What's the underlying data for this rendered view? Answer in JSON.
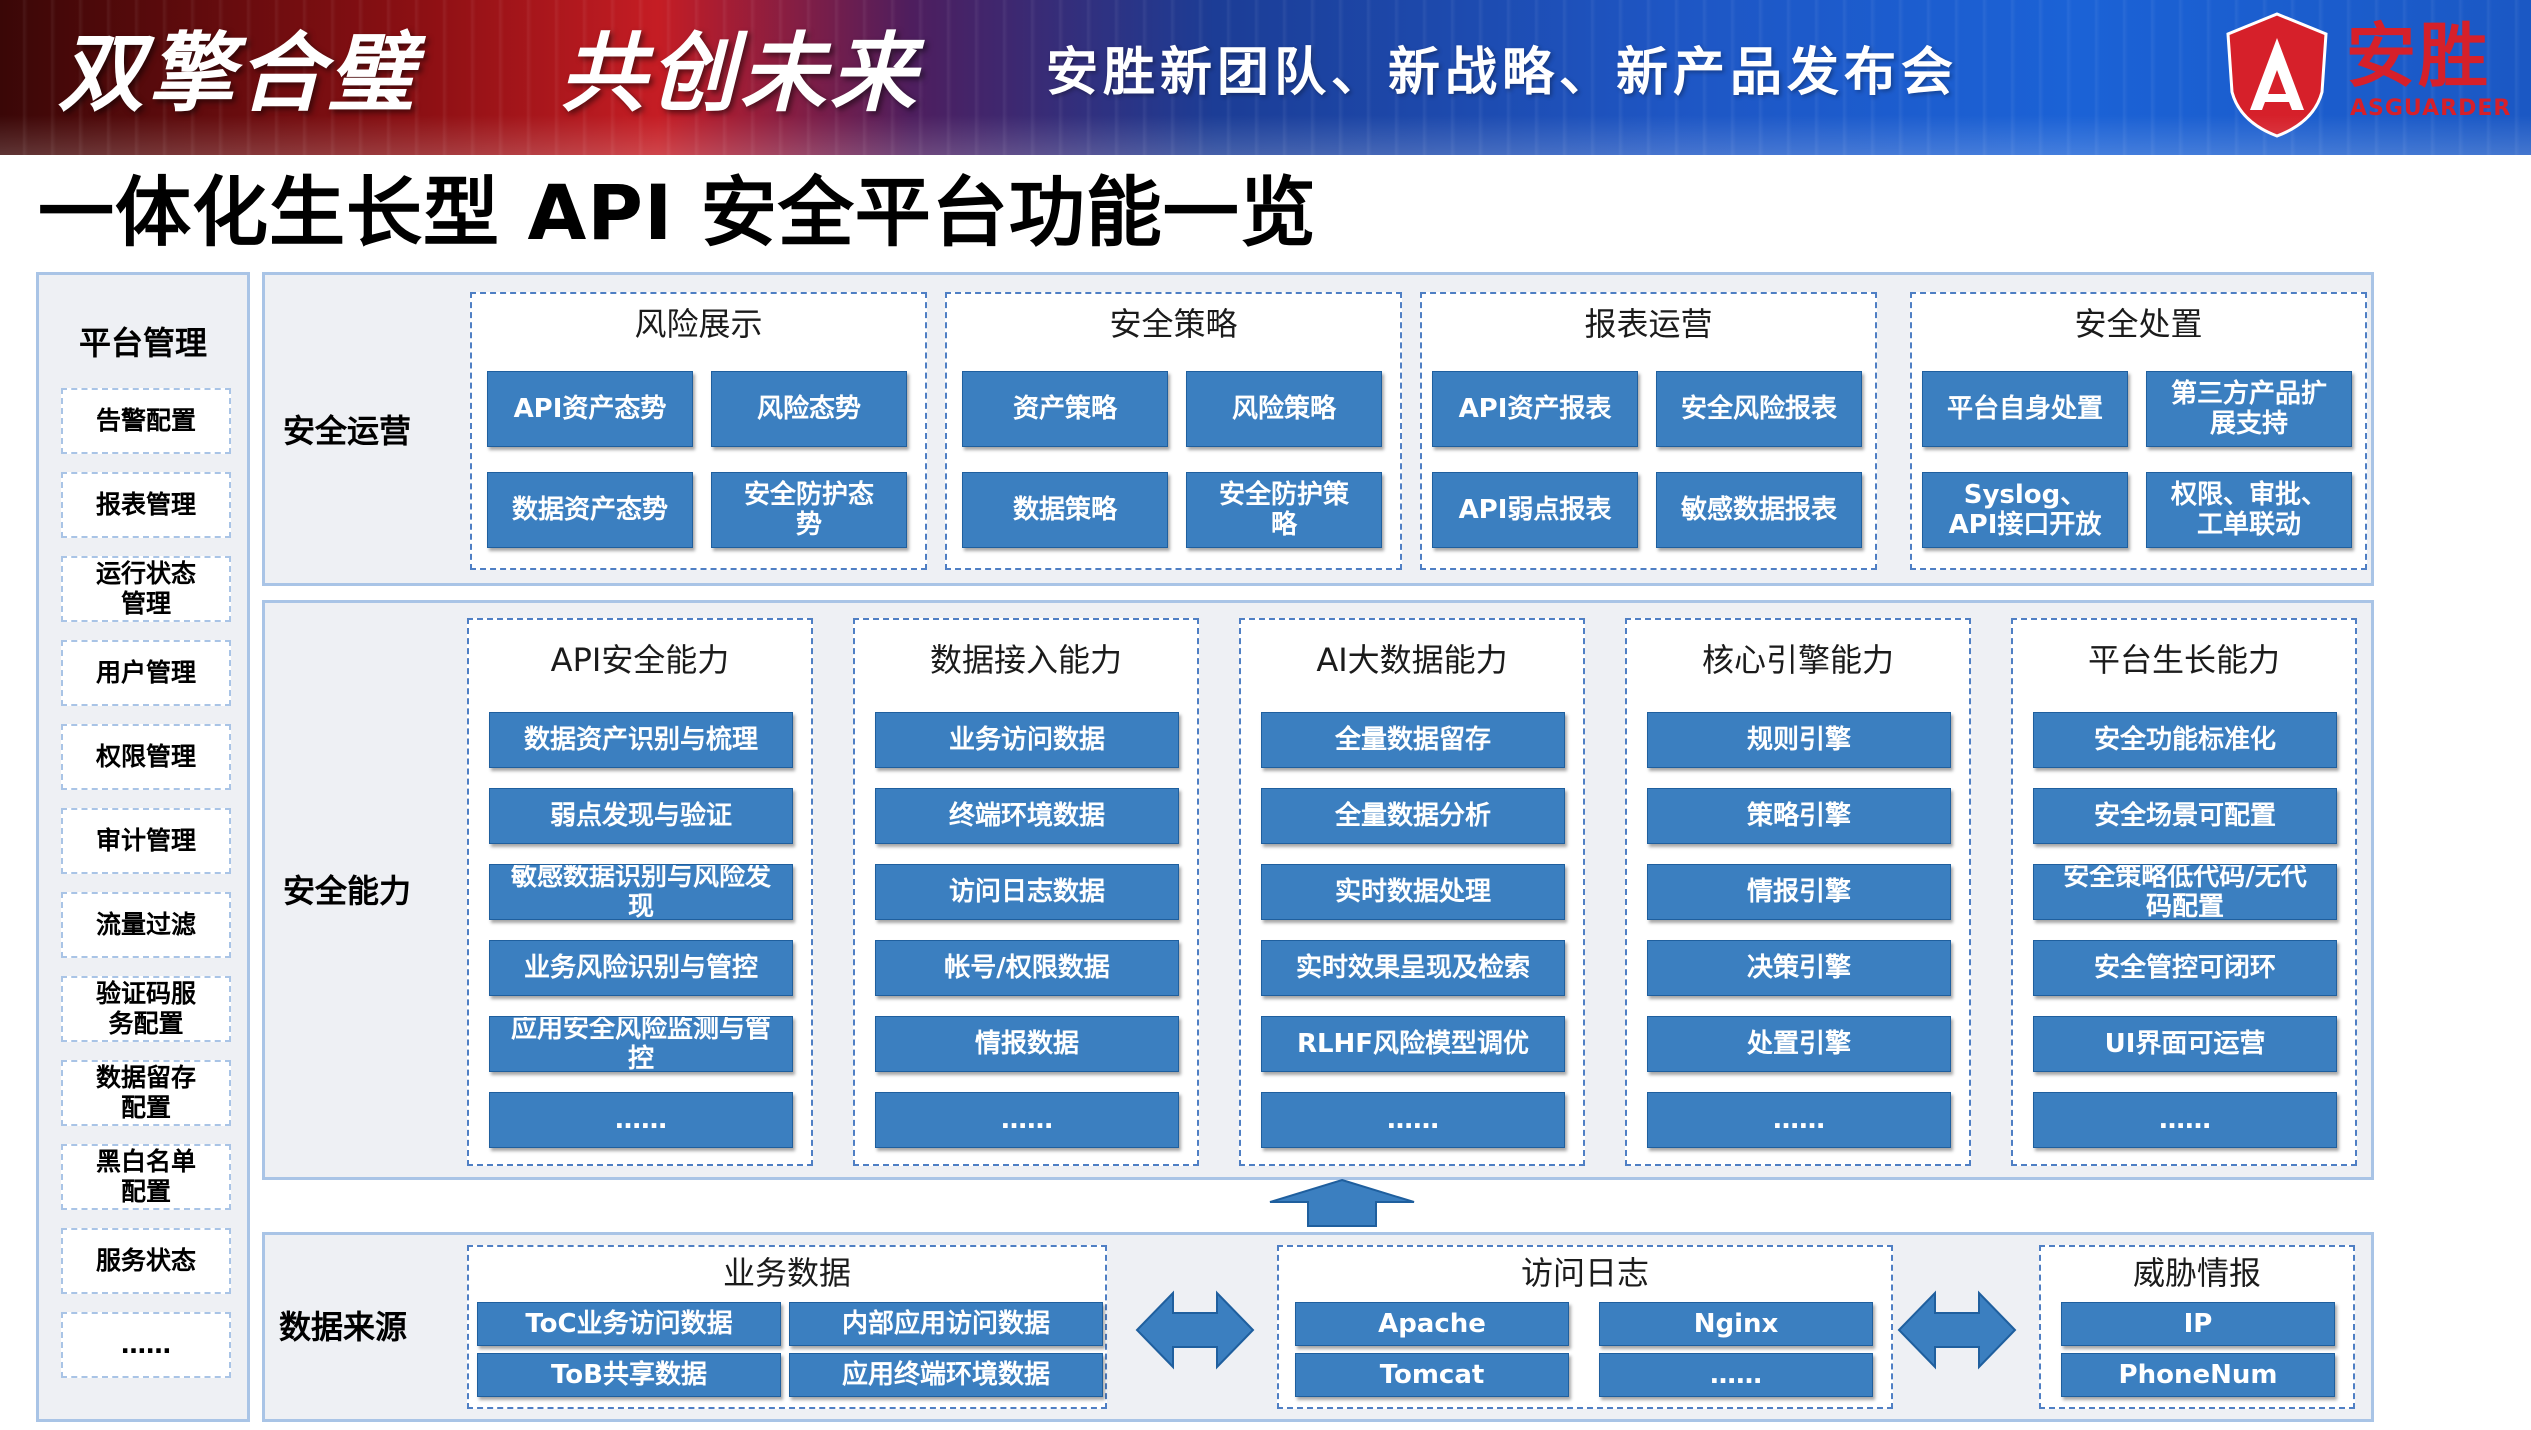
{
  "banner": {
    "slogan_1": "双擎合璧",
    "slogan_2": "共创未来",
    "subtitle": "安胜新团队、新战略、新产品发布会",
    "logo_text": "安胜",
    "logo_sub": "ASGUARDER"
  },
  "page_title": "一体化生长型 API 安全平台功能一览",
  "platform_mgmt": {
    "title": "平台管理",
    "items": [
      "告警配置",
      "报表管理",
      "运行状态\n管理",
      "用户管理",
      "权限管理",
      "审计管理",
      "流量过滤",
      "验证码服\n务配置",
      "数据留存\n配置",
      "黑白名单\n配置",
      "服务状态",
      "……"
    ]
  },
  "sec_ops": {
    "label": "安全运营",
    "groups": [
      {
        "title": "风险展示",
        "items": [
          "API资产态势",
          "风险态势",
          "数据资产态势",
          "安全防护态\n势"
        ]
      },
      {
        "title": "安全策略",
        "items": [
          "资产策略",
          "风险策略",
          "数据策略",
          "安全防护策\n略"
        ]
      },
      {
        "title": "报表运营",
        "items": [
          "API资产报表",
          "安全风险报表",
          "API弱点报表",
          "敏感数据报表"
        ]
      },
      {
        "title": "安全处置",
        "items": [
          "平台自身处置",
          "第三方产品扩\n展支持",
          "Syslog、\nAPI接口开放",
          "权限、审批、\n工单联动"
        ]
      }
    ]
  },
  "sec_cap": {
    "label": "安全能力",
    "groups": [
      {
        "title": "API安全能力",
        "items": [
          "数据资产识别与梳理",
          "弱点发现与验证",
          "敏感数据识别与风险发\n现",
          "业务风险识别与管控",
          "应用安全风险监测与管\n控",
          "……"
        ]
      },
      {
        "title": "数据接入能力",
        "items": [
          "业务访问数据",
          "终端环境数据",
          "访问日志数据",
          "帐号/权限数据",
          "情报数据",
          "……"
        ]
      },
      {
        "title": "AI大数据能力",
        "items": [
          "全量数据留存",
          "全量数据分析",
          "实时数据处理",
          "实时效果呈现及检索",
          "RLHF风险模型调优",
          "……"
        ]
      },
      {
        "title": "核心引擎能力",
        "items": [
          "规则引擎",
          "策略引擎",
          "情报引擎",
          "决策引擎",
          "处置引擎",
          "……"
        ]
      },
      {
        "title": "平台生长能力",
        "items": [
          "安全功能标准化",
          "安全场景可配置",
          "安全策略低代码/无代\n码配置",
          "安全管控可闭环",
          "UI界面可运营",
          "……"
        ]
      }
    ]
  },
  "data_src": {
    "label": "数据来源",
    "groups": [
      {
        "title": "业务数据",
        "items": [
          "ToC业务访问数据",
          "内部应用访问数据",
          "ToB共享数据",
          "应用终端环境数据"
        ]
      },
      {
        "title": "访问日志",
        "items": [
          "Apache",
          "Nginx",
          "Tomcat",
          "……"
        ]
      },
      {
        "title": "威胁情报",
        "items": [
          "IP",
          "PhoneNum"
        ]
      }
    ]
  },
  "colors": {
    "button_blue": "#3b7fc0",
    "panel_border": "#a9c4e6",
    "dashed_border": "#4f7fc4",
    "brand_red": "#d6202a"
  }
}
